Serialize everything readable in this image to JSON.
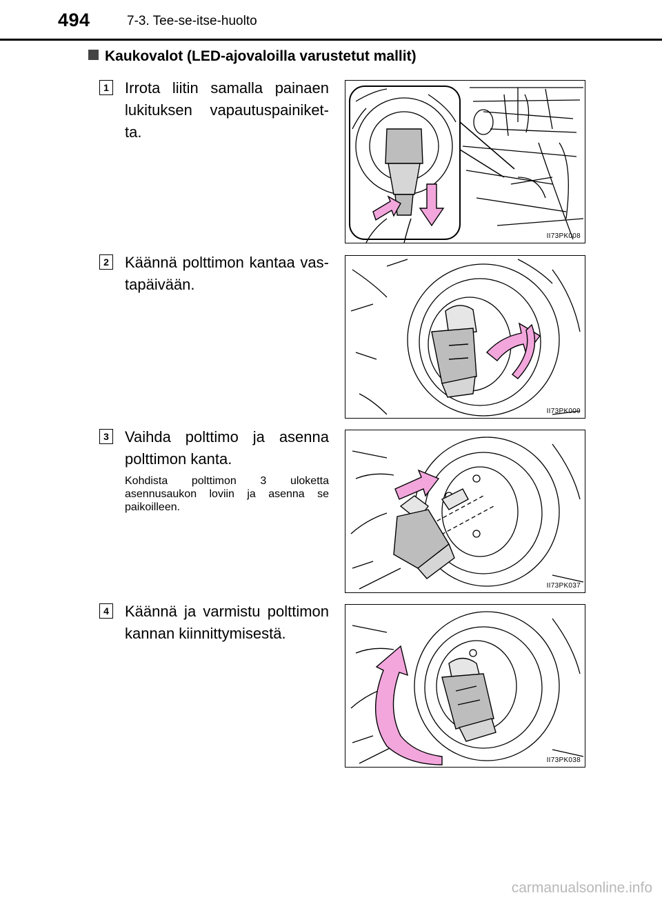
{
  "header": {
    "page_number": "494",
    "chapter": "7-3. Tee-se-itse-huolto"
  },
  "section": {
    "title": "Kaukovalot (LED-ajovaloilla varustetut mallit)"
  },
  "steps": [
    {
      "number": "1",
      "text": "Irrota liitin samalla painaen lukituksen vapautuspainiket-ta.",
      "figure_code": "II73PK008"
    },
    {
      "number": "2",
      "text": "Käännä polttimon kantaa vas-tapäivään.",
      "figure_code": "II73PK009"
    },
    {
      "number": "3",
      "text": "Vaihda polttimo ja asenna polttimon kanta.",
      "note": "Kohdista polttimon 3 uloketta asennusaukon loviin ja asenna se paikoilleen.",
      "figure_code": "II73PK037"
    },
    {
      "number": "4",
      "text": "Käännä ja varmistu polttimon kannan kiinnittymisestä.",
      "figure_code": "II73PK038"
    }
  ],
  "colors": {
    "arrow_fill": "#f2a6dc",
    "line": "#000000",
    "bulb_gray": "#bdbdbd"
  },
  "footer": {
    "watermark": "carmanualsonline.info"
  }
}
